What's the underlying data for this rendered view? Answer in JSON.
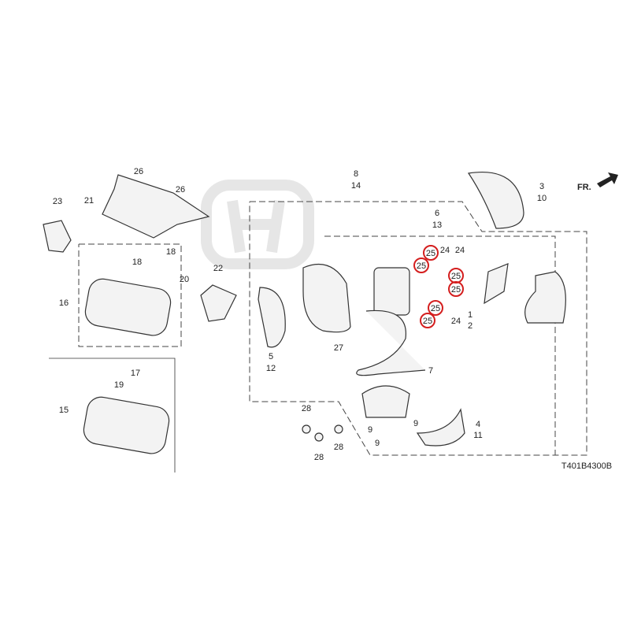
{
  "diagram_code": "T401B4300B",
  "direction_label": "FR.",
  "watermark": "HONDA",
  "highlight_color": "#d41e1e",
  "callouts": {
    "c26a": "26",
    "c26b": "26",
    "c21": "21",
    "c23": "23",
    "c18a": "18",
    "c18b": "18",
    "c20": "20",
    "c16": "16",
    "c22": "22",
    "c17": "17",
    "c19": "19",
    "c15": "15",
    "c8": "8",
    "c14": "14",
    "c3": "3",
    "c10": "10",
    "c6": "6",
    "c13": "13",
    "c24a": "24",
    "c24b": "24",
    "c24c": "24",
    "c25a": "25",
    "c25b": "25",
    "c25c": "25",
    "c25d": "25",
    "c25e": "25",
    "c25f": "25",
    "c1": "1",
    "c2": "2",
    "c5": "5",
    "c12": "12",
    "c27": "27",
    "c7": "7",
    "c9a": "9",
    "c9b": "9",
    "c9c": "9",
    "c4": "4",
    "c11": "11",
    "c28a": "28",
    "c28b": "28",
    "c28c": "28"
  }
}
